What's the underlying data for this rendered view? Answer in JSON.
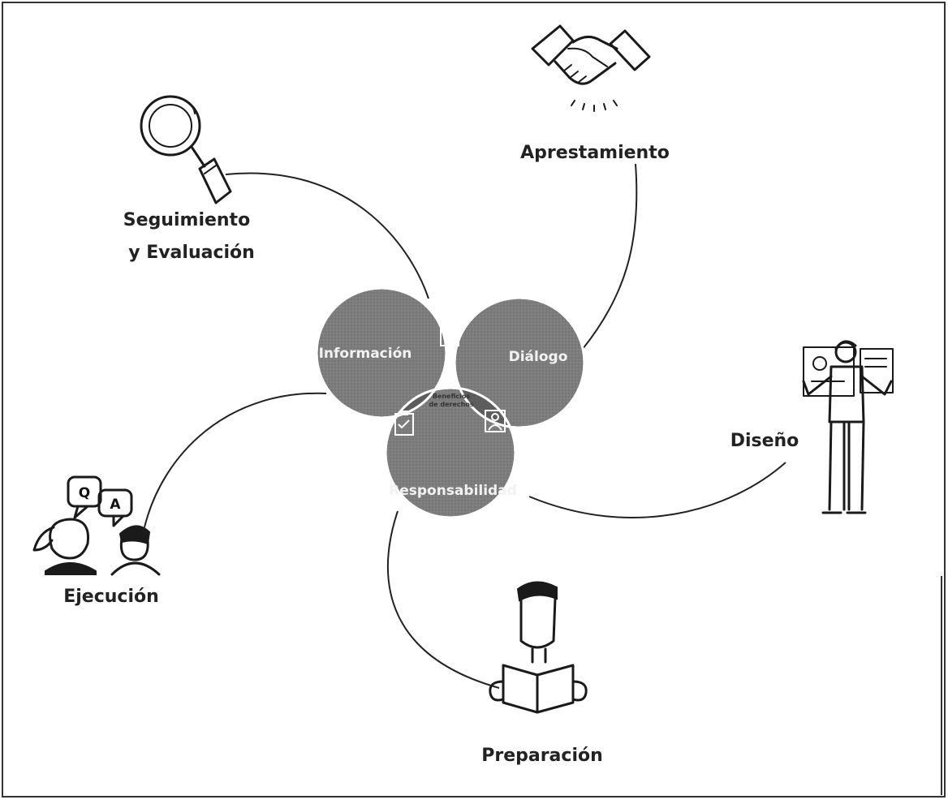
{
  "phases": {
    "monitoring": {
      "line1": "Seguimiento",
      "line2": "y Evaluación",
      "icon": "magnifier-icon"
    },
    "readiness": {
      "label": "Apresta­miento",
      "icon": "handshake-icon"
    },
    "design": {
      "label": "Diseño",
      "icon": "presenter-icon"
    },
    "preparation": {
      "label": "Preparación",
      "icon": "reader-icon"
    },
    "execution": {
      "label": "Ejecución",
      "icon": "qa-people-icon"
    }
  },
  "circles": {
    "information": "Información",
    "dialogue": "Diálogo",
    "accountability": "Responsabilidad",
    "center_line1": "Beneficios",
    "center_line2": "de derechos"
  },
  "qa_bubbles": {
    "q": "Q",
    "a": "A"
  },
  "colors": {
    "circle_fill": "#7d7d7d",
    "overlap_fill": "#5d5d5d",
    "center_fill": "#f4f4f4",
    "line": "#222222"
  }
}
